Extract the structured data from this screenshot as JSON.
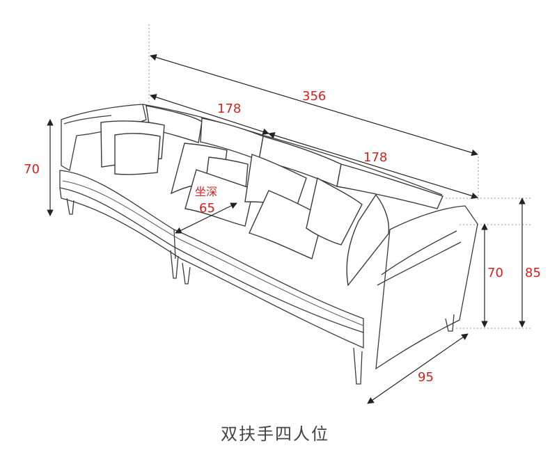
{
  "diagram": {
    "colors": {
      "dimension_text": "#d6201e",
      "lines": "#3a3a3a",
      "caption": "#444444"
    },
    "dimensions": {
      "total_length": "356",
      "section_length_left": "178",
      "section_length_right": "178",
      "back_height_left": "70",
      "arm_height": "70",
      "total_height": "85",
      "seat_depth_label": "坐深",
      "seat_depth_value": "65",
      "depth": "95"
    },
    "caption": "双扶手四人位"
  }
}
